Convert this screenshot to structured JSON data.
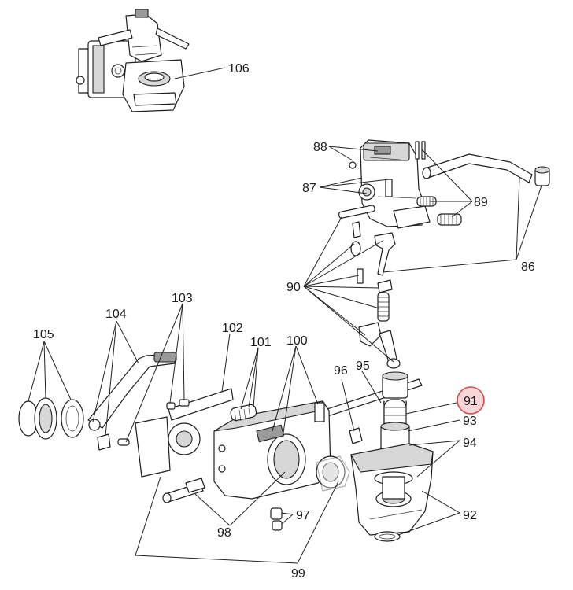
{
  "callouts": {
    "c86": "86",
    "c87": "87",
    "c88": "88",
    "c89": "89",
    "c90": "90",
    "c91": "91",
    "c92": "92",
    "c93": "93",
    "c94": "94",
    "c95": "95",
    "c96": "96",
    "c97": "97",
    "c98": "98",
    "c99": "99",
    "c100": "100",
    "c101": "101",
    "c102": "102",
    "c103": "103",
    "c104": "104",
    "c105": "105",
    "c106": "106"
  },
  "highlight": {
    "part": "91",
    "color": "#d24a4a"
  }
}
